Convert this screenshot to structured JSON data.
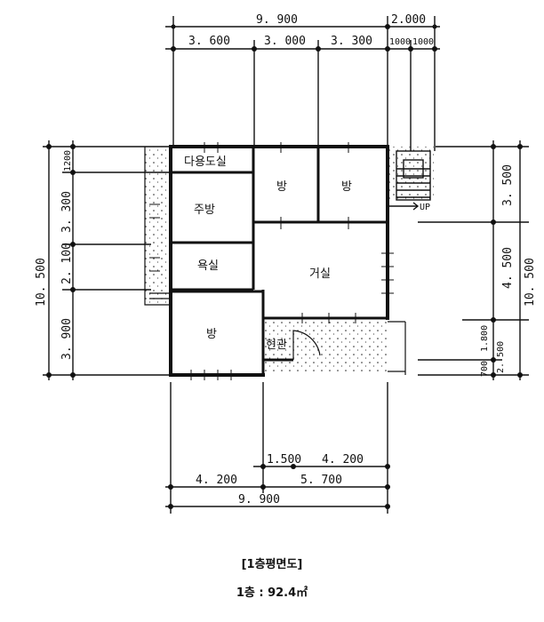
{
  "dimensions": {
    "top_total": "9. 900",
    "top_right": "2.000",
    "top_3600": "3. 600",
    "top_3000": "3. 000",
    "top_3300": "3. 300",
    "top_1000a": "1000",
    "top_1000b": "1000",
    "left_1200": "1200",
    "left_3300": "3. 300",
    "left_2100": "2. 100",
    "left_3900": "3. 900",
    "left_total": "10. 500",
    "right_3500": "3. 500",
    "right_4500": "4. 500",
    "right_total": "10. 500",
    "right_1800": "1.800",
    "right_2500": "2. 500",
    "right_700": "700",
    "bottom_1500": "1.500",
    "bottom_4200r": "4. 200",
    "bottom_4200l": "4. 200",
    "bottom_5700": "5. 700",
    "bottom_total": "9. 900"
  },
  "rooms": {
    "utility": "다용도실",
    "kitchen": "주방",
    "bath": "욕실",
    "room1": "방",
    "room2": "방",
    "living": "거실",
    "room3": "방",
    "entry": "현관",
    "stair": "UP"
  },
  "caption": {
    "title": "[1층평면도]",
    "area": "1층 : 92.4㎡"
  }
}
